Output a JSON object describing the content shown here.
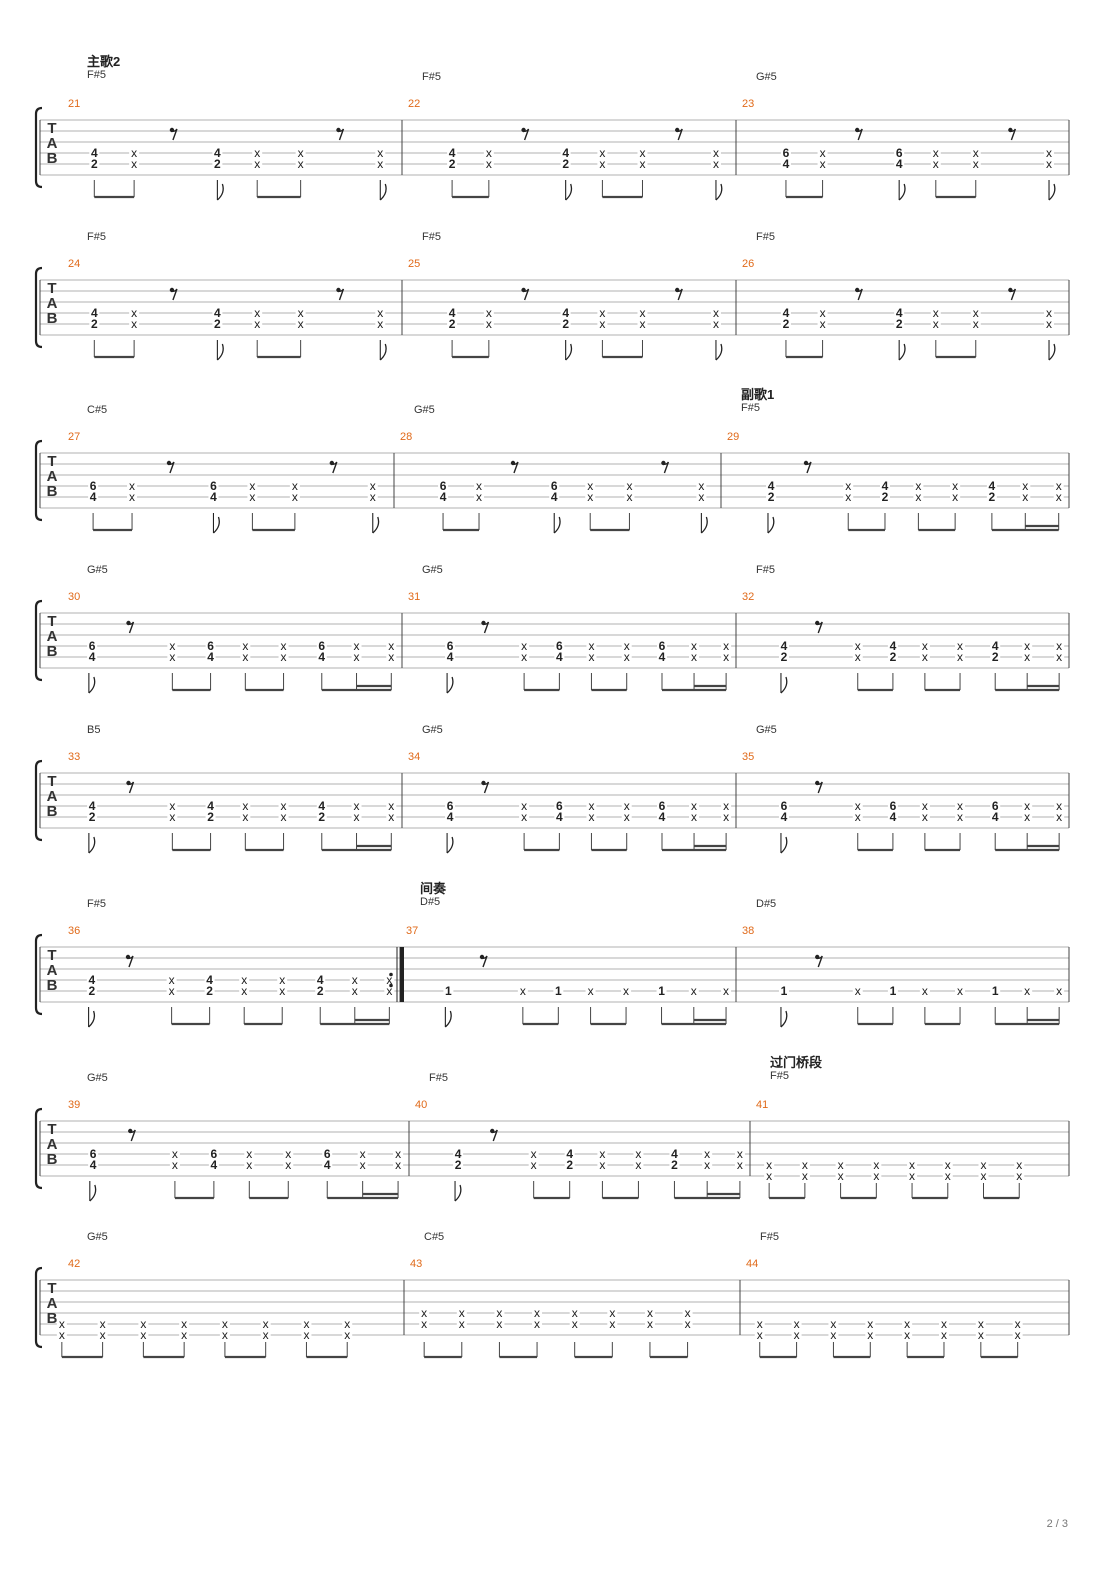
{
  "clef": [
    "T",
    "A",
    "B"
  ],
  "page_number": "2 / 3",
  "systems": [
    {
      "bars": [
        {
          "number": "21",
          "section": "主歌2",
          "chord": "F#5",
          "pattern": "A",
          "notes": [
            "4",
            "2"
          ]
        },
        {
          "number": "22",
          "chord": "F#5",
          "pattern": "A",
          "notes": [
            "4",
            "2"
          ]
        },
        {
          "number": "23",
          "chord": "G#5",
          "pattern": "A",
          "notes": [
            "6",
            "4"
          ]
        }
      ]
    },
    {
      "bars": [
        {
          "number": "24",
          "chord": "F#5",
          "pattern": "A",
          "notes": [
            "4",
            "2"
          ]
        },
        {
          "number": "25",
          "chord": "F#5",
          "pattern": "A",
          "notes": [
            "4",
            "2"
          ]
        },
        {
          "number": "26",
          "chord": "F#5",
          "pattern": "A",
          "notes": [
            "4",
            "2"
          ]
        }
      ]
    },
    {
      "bars": [
        {
          "number": "27",
          "chord": "C#5",
          "pattern": "A",
          "notes": [
            "6",
            "4"
          ]
        },
        {
          "number": "28",
          "chord": "G#5",
          "pattern": "A",
          "notes": [
            "6",
            "4"
          ]
        },
        {
          "number": "29",
          "section": "副歌1",
          "chord": "F#5",
          "pattern": "B",
          "notes": [
            "4",
            "2"
          ]
        }
      ]
    },
    {
      "bars": [
        {
          "number": "30",
          "chord": "G#5",
          "pattern": "B",
          "notes": [
            "6",
            "4"
          ]
        },
        {
          "number": "31",
          "chord": "G#5",
          "pattern": "B",
          "notes": [
            "6",
            "4"
          ]
        },
        {
          "number": "32",
          "chord": "F#5",
          "pattern": "B",
          "notes": [
            "4",
            "2"
          ]
        }
      ]
    },
    {
      "bars": [
        {
          "number": "33",
          "chord": "B5",
          "pattern": "B",
          "notes": [
            "4",
            "2"
          ]
        },
        {
          "number": "34",
          "chord": "G#5",
          "pattern": "B",
          "notes": [
            "6",
            "4"
          ]
        },
        {
          "number": "35",
          "chord": "G#5",
          "pattern": "B",
          "notes": [
            "6",
            "4"
          ]
        }
      ]
    },
    {
      "bars": [
        {
          "number": "36",
          "chord": "F#5",
          "pattern": "B",
          "notes": [
            "4",
            "2"
          ],
          "repeat_end": true
        },
        {
          "number": "37",
          "section": "间奏",
          "chord": "D#5",
          "pattern": "C",
          "notes": [
            "1"
          ]
        },
        {
          "number": "38",
          "chord": "D#5",
          "pattern": "C",
          "notes": [
            "1"
          ]
        }
      ]
    },
    {
      "bars": [
        {
          "number": "39",
          "chord": "G#5",
          "pattern": "B",
          "notes": [
            "6",
            "4"
          ]
        },
        {
          "number": "40",
          "chord": "F#5",
          "pattern": "B",
          "notes": [
            "4",
            "2"
          ]
        },
        {
          "number": "41",
          "section": "过门桥段",
          "chord": "F#5",
          "pattern": "D"
        }
      ]
    },
    {
      "bars": [
        {
          "number": "42",
          "chord": "G#5",
          "pattern": "D"
        },
        {
          "number": "43",
          "chord": "C#5",
          "pattern": "E"
        },
        {
          "number": "44",
          "chord": "F#5",
          "pattern": "D"
        }
      ]
    }
  ]
}
